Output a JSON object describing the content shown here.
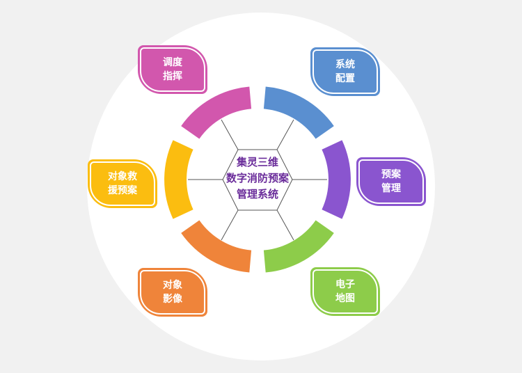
{
  "center": {
    "line1": "集灵三维",
    "line2": "数字消防预案",
    "line3": "管理系统"
  },
  "modules": [
    {
      "id": "dispatch",
      "line1": "调度",
      "line2": "指挥",
      "color": "#d257ad"
    },
    {
      "id": "system-config",
      "line1": "系统",
      "line2": "配置",
      "color": "#5a8fd0"
    },
    {
      "id": "plan-manage",
      "line1": "预案",
      "line2": "管理",
      "color": "#8a55cf"
    },
    {
      "id": "e-map",
      "line1": "电子",
      "line2": "地图",
      "color": "#8dcc4a"
    },
    {
      "id": "object-image",
      "line1": "对象",
      "line2": "影像",
      "color": "#ef843a"
    },
    {
      "id": "object-rescue",
      "line1": "对象救",
      "line2": "援预案",
      "color": "#fbbd10"
    }
  ]
}
